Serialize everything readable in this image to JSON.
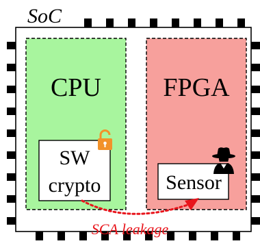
{
  "chip_title": "SoC",
  "cpu": {
    "label": "CPU",
    "color": "#a8f59e"
  },
  "fpga": {
    "label": "FPGA",
    "color": "#f7a09c"
  },
  "sw_crypto": {
    "line1": "SW",
    "line2": "crypto"
  },
  "sensor": {
    "label": "Sensor"
  },
  "leakage": {
    "label": "SCA leakage",
    "color": "#e8141b"
  },
  "icons": {
    "lock": "lock-icon",
    "spy": "spy-icon"
  },
  "colors": {
    "lock": "#f2922a",
    "pin": "#000000"
  }
}
